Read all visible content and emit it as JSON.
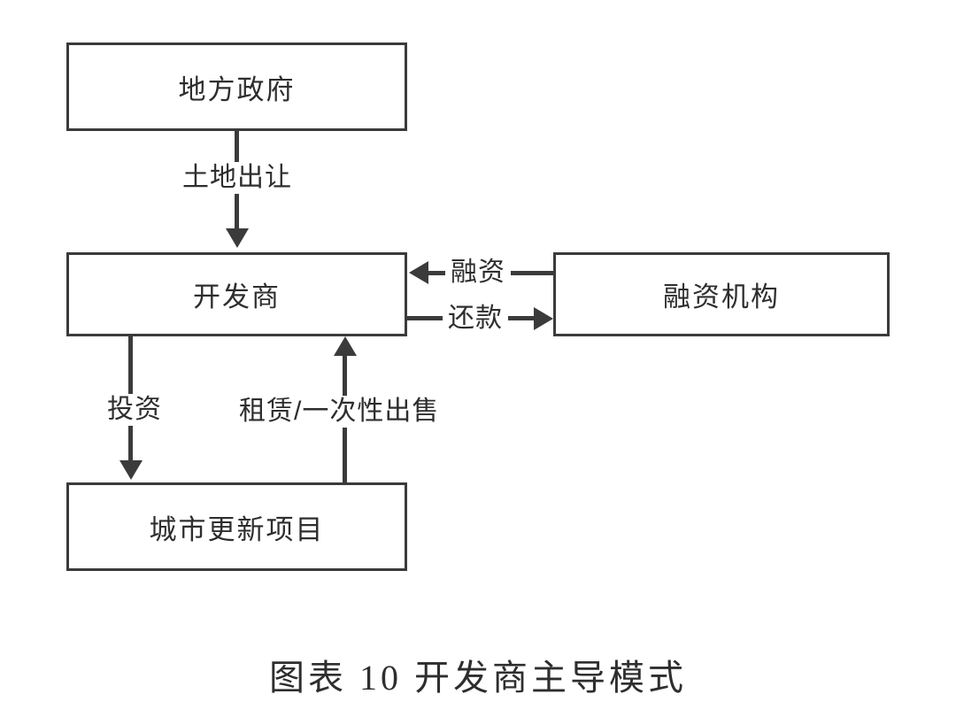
{
  "diagram": {
    "nodes": {
      "local_government": "地方政府",
      "developer": "开发商",
      "financier": "融资机构",
      "project": "城市更新项目"
    },
    "edges": {
      "land_transfer": "土地出让",
      "financing": "融资",
      "repayment": "还款",
      "investment": "投资",
      "lease_sale": "租赁/一次性出售"
    },
    "caption": "图表 10 开发商主导模式",
    "colors": {
      "line": "#3b3b3b",
      "text": "#2e2e2e",
      "background": "#ffffff"
    }
  }
}
